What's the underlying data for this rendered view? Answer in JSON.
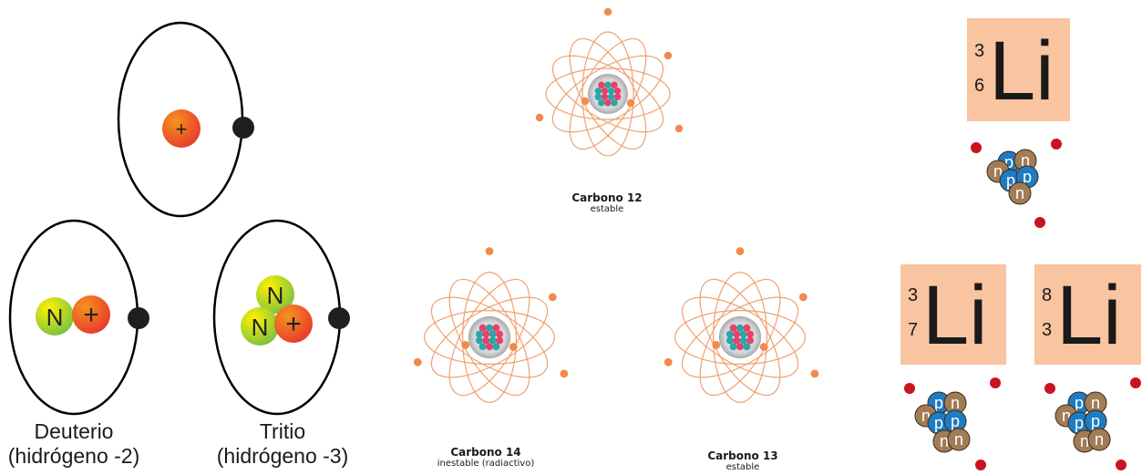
{
  "hydrogen": {
    "protium": {
      "nucleus_signs": [
        "+"
      ]
    },
    "deuterium": {
      "nucleus_signs": [
        "N",
        "+"
      ],
      "name": "Deuterio",
      "subtitle": "(hidrógeno -2)"
    },
    "tritium": {
      "nucleus_signs": [
        "N",
        "N",
        "+"
      ],
      "name": "Tritio",
      "subtitle": "(hidrógeno -3)"
    }
  },
  "carbon": [
    {
      "name": "Carbono 12",
      "status": "estable"
    },
    {
      "name": "Carbono 14",
      "status": "inestable (radiactivo)"
    },
    {
      "name": "Carbono 13",
      "status": "estable"
    }
  ],
  "lithium": [
    {
      "symbol": "Li",
      "upper": "3",
      "lower": "6"
    },
    {
      "symbol": "Li",
      "upper": "3",
      "lower": "7"
    },
    {
      "symbol": "Li",
      "upper": "8",
      "lower": "3"
    }
  ],
  "nucleon_letters": {
    "neutron": "n",
    "proton": "p"
  },
  "colors": {
    "orbit": "#000000",
    "electron": "#1f1f1f",
    "proton_gradient": [
      "#f7931e",
      "#e8402b"
    ],
    "neutron_gradient": [
      "#fff200",
      "#7ac143"
    ],
    "carbon_orbit": "#f0a070",
    "carbon_electron": "#f08a4b",
    "carbon_proton": "#e8416a",
    "carbon_neutron": "#2aa7a7",
    "tile": "#f9c4a0",
    "li_neutron": "#a27c55",
    "li_proton": "#1f7bc2",
    "li_electron": "#c8141e"
  }
}
